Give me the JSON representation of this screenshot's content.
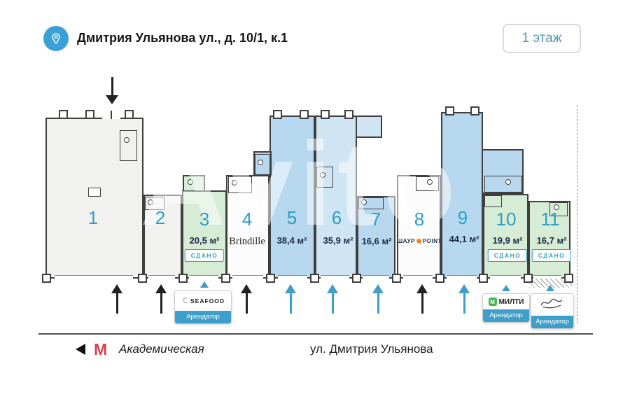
{
  "header": {
    "address": "Дмитрия Ульянова ул., д. 10/1, к.1",
    "floor_badge": "1 этаж"
  },
  "plan": {
    "units": [
      {
        "number": "1"
      },
      {
        "number": "2"
      },
      {
        "number": "3",
        "area": "20,5 м²",
        "status": "СДАНО"
      },
      {
        "number": "4",
        "tenant": "Brindille"
      },
      {
        "number": "5",
        "area": "38,4 м²"
      },
      {
        "number": "6",
        "area": "35,9 м²"
      },
      {
        "number": "7",
        "area": "16,6 м²"
      },
      {
        "number": "8",
        "tenant_left": "ШАУР",
        "tenant_right": "POINT"
      },
      {
        "number": "9",
        "area": "44,1 м²"
      },
      {
        "number": "10",
        "area": "19,9 м²",
        "status": "СДАНО"
      },
      {
        "number": "11",
        "area": "16,7 м²",
        "status": "СДАНО"
      }
    ]
  },
  "tenant_labels": [
    {
      "name": "SEAFOOD",
      "role": "Арендатор"
    },
    {
      "name": "МИЛТИ",
      "icon_letter": "М",
      "role": "Арендатор"
    },
    {
      "name": "",
      "role": "Арендатор"
    }
  ],
  "footer": {
    "metro_letter": "М",
    "metro_station": "Академическая",
    "street": "ул. Дмитрия Ульянова"
  },
  "watermark": "Avito",
  "colors": {
    "accent_teal": "#2f9ec6",
    "tenant_bar_blue": "#3e9fca",
    "metro_red": "#d6414b",
    "fill_green": "#d6ecd5",
    "fill_blue": "#b7d8ee",
    "fill_light_blue": "#d0e5f4",
    "fill_gray": "#f1f1f0"
  }
}
